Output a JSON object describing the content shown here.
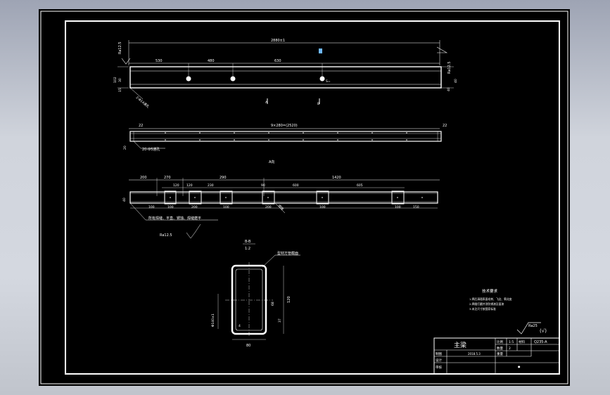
{
  "drawing": {
    "top_view": {
      "overall_dim": "2880±1",
      "segment_dims": [
        "530",
        "480",
        "630"
      ],
      "left_dims": [
        "102",
        "30",
        "15"
      ],
      "right_dims": [
        "40",
        "40"
      ],
      "roughness": "Ra12.5",
      "hole_callout": "2-Φ14通孔",
      "section_mark": "B",
      "right_label": "S=",
      "a_mark": "A",
      "b_mark": "B"
    },
    "side_view": {
      "overall_dim": "9×280=(2520)",
      "end_dim_left": "22",
      "end_dim_right": "22",
      "height_dim": "20",
      "hole_callout": "20-Φ5通孔"
    },
    "a_view": {
      "label": "A向",
      "top_dims": [
        "200",
        "270",
        "290",
        "1420"
      ],
      "mid_dims": [
        "120",
        "120",
        "230",
        "90",
        "600",
        "605"
      ],
      "bottom_dims": [
        "100",
        "100",
        "200",
        "100",
        "200",
        "100",
        "100",
        "150"
      ],
      "left_dim": "40",
      "weld_note": "所有焊缝、平直、锈蚀、焊缝磨平",
      "roughness": "Ra12.5",
      "weld_mark": "焊接"
    },
    "section": {
      "label": "B-B",
      "scale": "1:2",
      "callout": "型材方管截面",
      "width_dim": "80",
      "height_dim": "120",
      "left_dim": "Φ140±1",
      "inner_dims": [
        "68",
        "37"
      ],
      "thickness": "4"
    },
    "tech_req": {
      "title": "技术要求",
      "lines": [
        "1.焊后清理表面毛刺、飞边、氧化皮",
        "2.焊缝打磨并涂防锈漆及面漆",
        "3.未注尺寸按国家标准"
      ]
    },
    "surface_symbol": "Ra25",
    "surface_suffix": "(√)"
  },
  "title_block": {
    "part_name": "主梁",
    "ratio_label": "比例",
    "ratio_value": "1:5",
    "qty_label": "数量",
    "qty_value": "2",
    "material_label": "材料",
    "material_value": "Q235-A",
    "drawn_label": "制图",
    "drawn_value": "2018.5.3",
    "weight_label": "重量",
    "design_label": "设计",
    "check_label": "审核",
    "marker": "●"
  }
}
